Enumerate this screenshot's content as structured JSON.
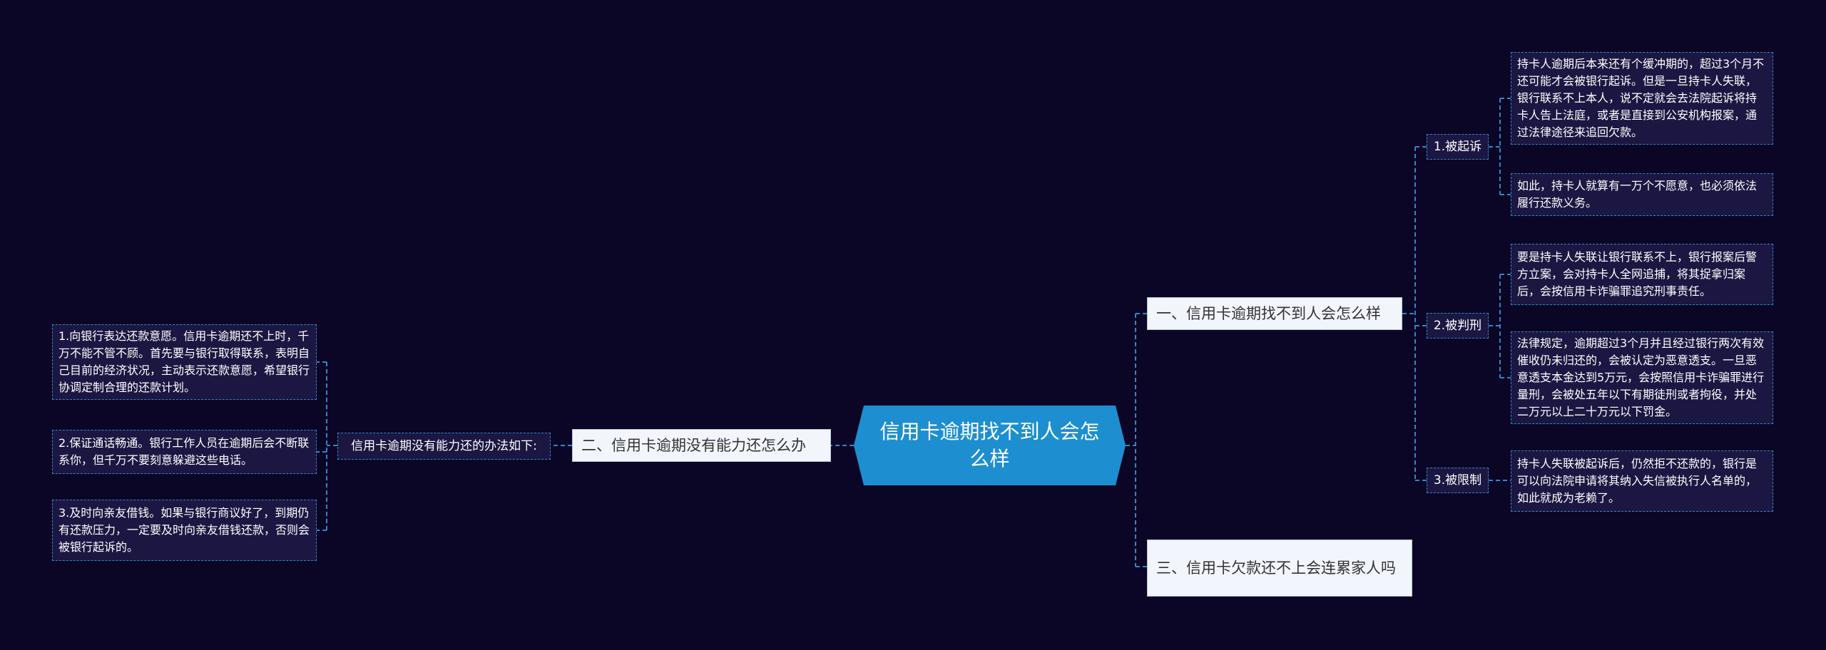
{
  "root": "信用卡逾期找不到人会怎么样",
  "branches": {
    "b1": {
      "title": "一、信用卡逾期找不到人会怎么样",
      "s1": {
        "label": "1.被起诉",
        "leaf1": "持卡人逾期后本来还有个缓冲期的，超过3个月不还可能才会被银行起诉。但是一旦持卡人失联，银行联系不上本人，说不定就会去法院起诉将持卡人告上法庭，或者是直接到公安机构报案，通过法律途径来追回欠款。",
        "leaf2": "如此，持卡人就算有一万个不愿意，也必须依法履行还款义务。"
      },
      "s2": {
        "label": "2.被判刑",
        "leaf1": "要是持卡人失联让银行联系不上，银行报案后警方立案，会对持卡人全网追捕，将其捉拿归案后，会按信用卡诈骗罪追究刑事责任。",
        "leaf2": "法律规定，逾期超过3个月并且经过银行两次有效催收仍未归还的，会被认定为恶意透支。一旦恶意透支本金达到5万元，会按照信用卡诈骗罪进行量刑，会被处五年以下有期徒刑或者拘役，并处二万元以上二十万元以下罚金。"
      },
      "s3": {
        "label": "3.被限制",
        "leaf1": "持卡人失联被起诉后，仍然拒不还款的，银行是可以向法院申请将其纳入失信被执行人名单的，如此就成为老赖了。"
      }
    },
    "b2": {
      "title": "二、信用卡逾期没有能力还怎么办",
      "s1": {
        "label": "信用卡逾期没有能力还的办法如下:",
        "leaf1": "1.向银行表达还款意愿。信用卡逾期还不上时，千万不能不管不顾。首先要与银行取得联系，表明自己目前的经济状况，主动表示还款意愿，希望银行协调定制合理的还款计划。",
        "leaf2": "2.保证通话畅通。银行工作人员在逾期后会不断联系你，但千万不要刻意躲避这些电话。",
        "leaf3": "3.及时向亲友借钱。如果与银行商议好了，到期仍有还款压力，一定要及时向亲友借钱还款，否则会被银行起诉的。"
      }
    },
    "b3": {
      "title": "三、信用卡欠款还不上会连累家人吗"
    }
  },
  "colors": {
    "background": "#0b0625",
    "root": "#1d8fd1",
    "connector": "#2f86c8",
    "branch_fill": "#f2f5fc"
  }
}
